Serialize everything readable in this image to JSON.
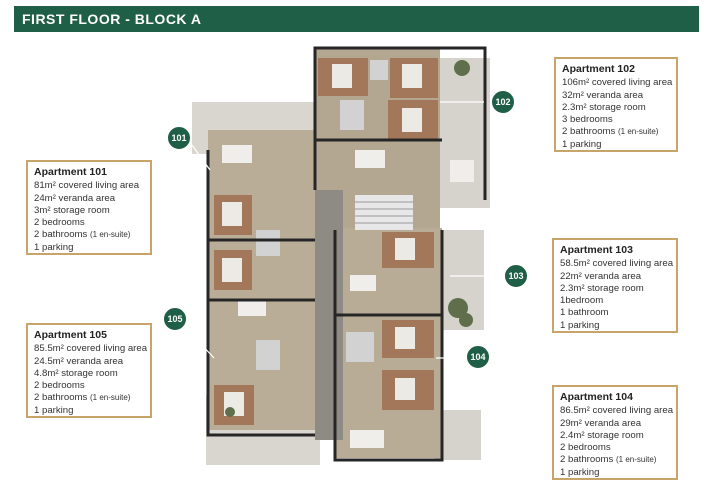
{
  "header": {
    "title": "FIRST FLOOR - BLOCK A"
  },
  "markers": {
    "m101": "101",
    "m102": "102",
    "m103": "103",
    "m104": "104",
    "m105": "105"
  },
  "apartments": {
    "a101": {
      "title": "Apartment 101",
      "covered": "81m² covered living area",
      "veranda": "24m² veranda area",
      "storage": "3m² storage room",
      "bedrooms": "2 bedrooms",
      "bathrooms": "2 bathrooms",
      "bathrooms_note": "(1 en-suite)",
      "parking": "1 parking"
    },
    "a102": {
      "title": "Apartment 102",
      "covered": "106m² covered living area",
      "veranda": "32m² veranda area",
      "storage": "2.3m² storage room",
      "bedrooms": "3 bedrooms",
      "bathrooms": "2 bathrooms",
      "bathrooms_note": "(1 en-suite)",
      "parking": "1 parking"
    },
    "a103": {
      "title": "Apartment 103",
      "covered": "58.5m² covered living area",
      "veranda": "22m² veranda area",
      "storage": "2.3m² storage room",
      "bedrooms": "1bedroom",
      "bathrooms": "1 bathroom",
      "bathrooms_note": "",
      "parking": "1 parking"
    },
    "a104": {
      "title": "Apartment 104",
      "covered": "86.5m² covered living area",
      "veranda": "29m² veranda area",
      "storage": "2.4m² storage room",
      "bedrooms": "2 bedrooms",
      "bathrooms": "2 bathrooms",
      "bathrooms_note": "(1 en-suite)",
      "parking": "1 parking"
    },
    "a105": {
      "title": "Apartment 105",
      "covered": "85.5m² covered living area",
      "veranda": "24.5m² veranda area",
      "storage": "4.8m² storage room",
      "bedrooms": "2 bedrooms",
      "bathrooms": "2 bathrooms",
      "bathrooms_note": "(1 en-suite)",
      "parking": "1 parking"
    }
  },
  "colors": {
    "accent": "#1f5e47",
    "card_border": "#c9a46a"
  }
}
